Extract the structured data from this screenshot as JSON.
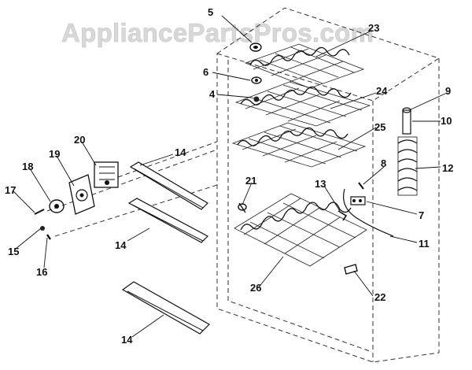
{
  "watermark": "AppliancePartsPros.com",
  "callouts": {
    "n4": "4",
    "n5": "5",
    "n6": "6",
    "n7": "7",
    "n8": "8",
    "n9": "9",
    "n10": "10",
    "n11": "11",
    "n12": "12",
    "n13": "13",
    "n14a": "14",
    "n14b": "14",
    "n14c": "14",
    "n15": "15",
    "n16": "16",
    "n17": "17",
    "n18": "18",
    "n19": "19",
    "n20": "20",
    "n21": "21",
    "n22": "22",
    "n23": "23",
    "n24": "24",
    "n25": "25",
    "n26": "26"
  }
}
